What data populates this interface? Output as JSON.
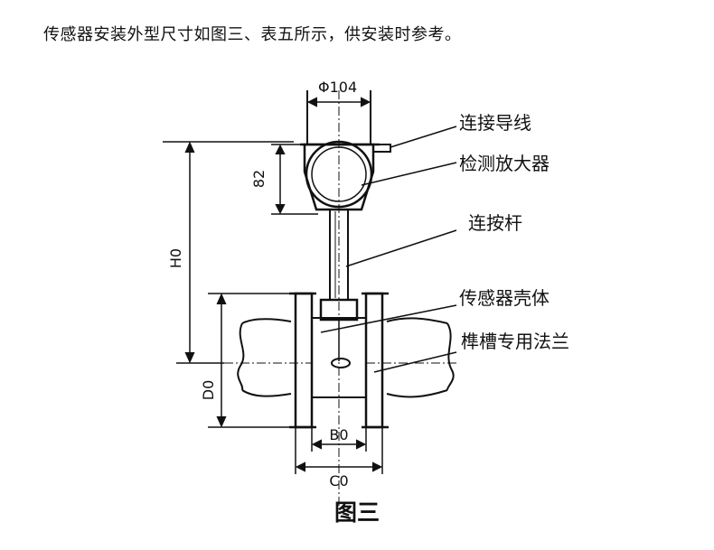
{
  "intro_text": "传感器安装外型尺寸如图三、表五所示，供安装时参考。",
  "caption": "图三",
  "labels": {
    "lead_wire": "连接导线",
    "amplifier": "检测放大器",
    "rod": "连按杆",
    "sensor_body": "传感器壳体",
    "flange": "榫槽专用法兰"
  },
  "dimensions": {
    "phi": "Φ104",
    "h_small": "82",
    "h0": "H0",
    "d0": "D0",
    "b0": "B0",
    "c0": "C0"
  }
}
